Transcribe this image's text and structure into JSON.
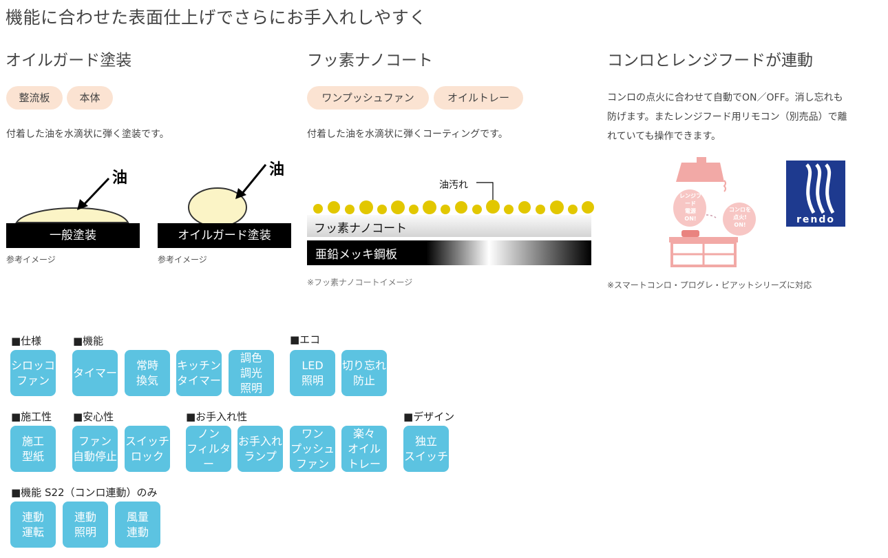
{
  "headline": "機能に合わせた表面仕上げでさらにお手入れしやすく",
  "col1": {
    "title": "オイルガード塗装",
    "pills": [
      "整流板",
      "本体"
    ],
    "desc": "付着した油を水滴状に弾く塗装です。",
    "diagram": {
      "oil_label": "油",
      "left_bar": "一般塗装",
      "right_bar": "オイルガード塗装",
      "note": "参考イメージ"
    }
  },
  "col2": {
    "title": "フッ素ナノコート",
    "pills": [
      "ワンプッシュファン",
      "オイルトレー"
    ],
    "desc": "付着した油を水滴状に弾くコーティングです。",
    "diagram": {
      "dirt_label": "油汚れ",
      "coat_label": "フッ素ナノコート",
      "steel_label": "亜鉛メッキ鋼板",
      "note": "※フッ素ナノコートイメージ"
    }
  },
  "col3": {
    "title": "コンロとレンジフードが連動",
    "desc_lines": [
      "コンロの点火に合わせて自動でON／OFF。消し忘れも",
      "防げます。またレンジフード用リモコン（別売品）で離",
      "れていても操作できます。"
    ],
    "bubble1": [
      "レンジフード",
      "電源",
      "ON!"
    ],
    "bubble2": [
      "コンロを",
      "点火!",
      "ON!"
    ],
    "logo_text": "rendo",
    "note": "※スマートコンロ・プログレ・ピアットシリーズに対応"
  },
  "colors": {
    "tag_bg": "#5cc3e1",
    "pill_bg": "#fbe3d2",
    "oil": "#fbf4c6",
    "drops": "#e2c700"
  },
  "spec": {
    "groups": [
      {
        "label": "■仕様",
        "tags": [
          "シロッコ\nファン"
        ]
      },
      {
        "label": "■機能",
        "tags": [
          "タイマー",
          "常時\n換気",
          "キッチン\nタイマー",
          "調色\n調光\n照明"
        ]
      },
      {
        "label": "■エコ",
        "tags": [
          "LED\n照明",
          "切り忘れ\n防止"
        ]
      },
      {
        "label": "■施工性",
        "tags": [
          "施工\n型紙"
        ]
      },
      {
        "label": "■安心性",
        "tags": [
          "ファン\n自動停止",
          "スイッチ\nロック"
        ]
      },
      {
        "label": "■お手入れ性",
        "tags": [
          "ノン\nフィルター",
          "お手入れ\nランプ",
          "ワン\nプッシュ\nファン",
          "楽々\nオイル\nトレー"
        ]
      },
      {
        "label": "■デザイン",
        "tags": [
          "独立\nスイッチ"
        ]
      },
      {
        "label": "■機能 S22（コンロ連動）のみ",
        "tags": [
          "連動\n運転",
          "連動\n照明",
          "風量\n連動"
        ]
      }
    ]
  }
}
